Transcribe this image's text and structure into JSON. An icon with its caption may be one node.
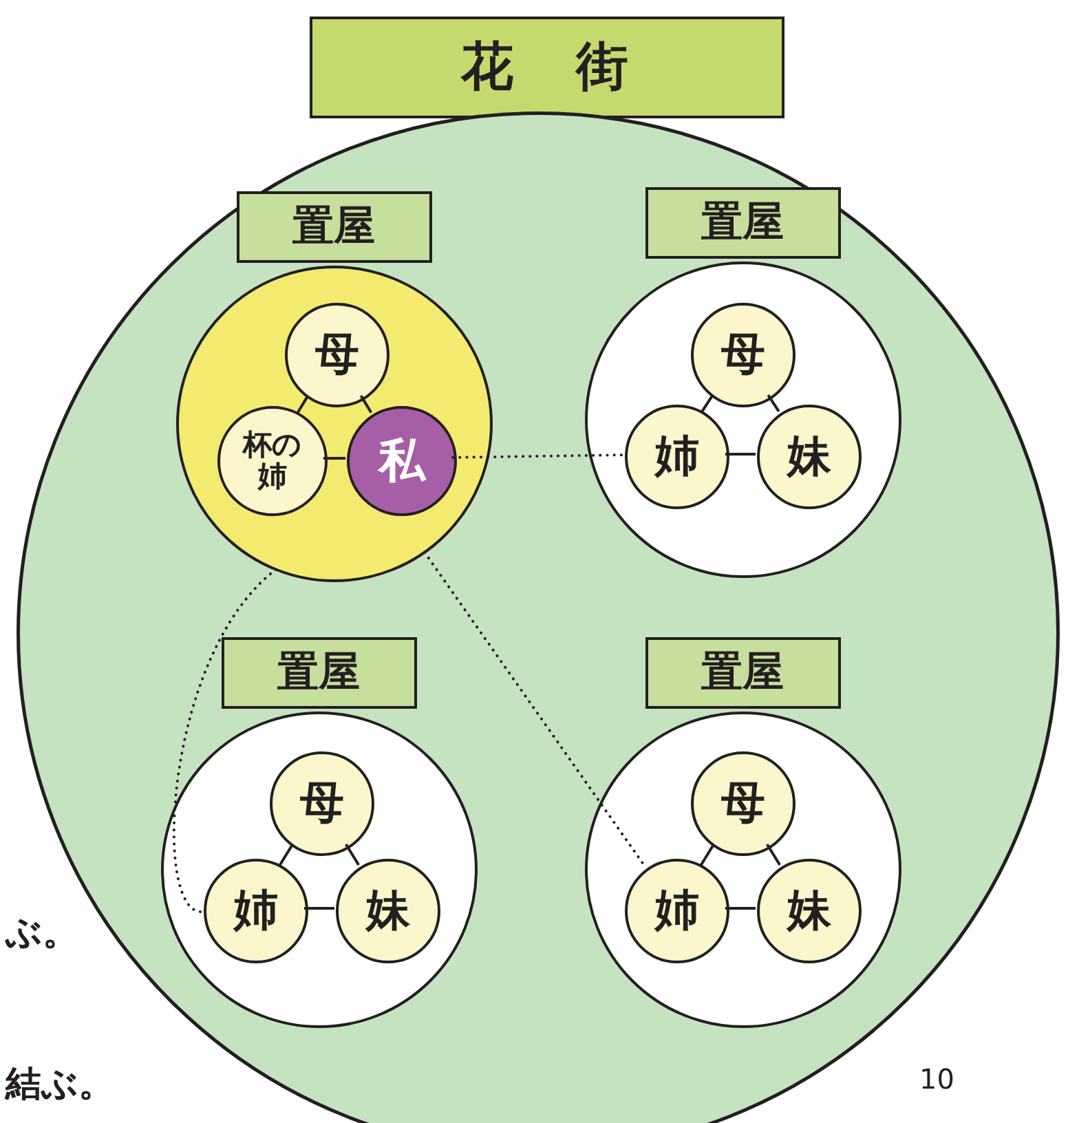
{
  "diagram": {
    "nodes": [
      {
        "text": [
          "花　街"
        ]
      },
      {
        "text": [],
        "shape": "circle"
      },
      {
        "text": [
          "置屋"
        ],
        "in": 1
      },
      {
        "text": [
          "母"
        ],
        "in": 2
      },
      {
        "text": [
          "杯の姉"
        ],
        "in": 2
      },
      {
        "text": [
          "私"
        ],
        "in": 2
      },
      {
        "text": [
          "置屋"
        ],
        "in": 1
      },
      {
        "text": [
          "母"
        ],
        "in": 6
      },
      {
        "text": [
          "姉"
        ],
        "in": 6
      },
      {
        "text": [
          "妹"
        ],
        "in": 6
      },
      {
        "text": [
          "置屋"
        ],
        "in": 1
      },
      {
        "text": [
          "母"
        ],
        "in": 10
      },
      {
        "text": [
          "姉"
        ],
        "in": 10
      },
      {
        "text": [
          "妹"
        ],
        "in": 10
      },
      {
        "text": [
          "置屋"
        ],
        "in": 1
      },
      {
        "text": [
          "母"
        ],
        "in": 14
      },
      {
        "text": [
          "姉"
        ],
        "in": 14
      },
      {
        "text": [
          "妹"
        ],
        "in": 14
      }
    ],
    "edges": [
      {
        "from": 3,
        "to": 4,
        "arrow": "none"
      },
      {
        "from": 3,
        "to": 5,
        "arrow": "none"
      },
      {
        "from": 4,
        "to": 5,
        "arrow": "none"
      },
      {
        "from": 7,
        "to": 8,
        "arrow": "none"
      },
      {
        "from": 7,
        "to": 9,
        "arrow": "none"
      },
      {
        "from": 8,
        "to": 9,
        "arrow": "none"
      },
      {
        "from": 11,
        "to": 12,
        "arrow": "none"
      },
      {
        "from": 11,
        "to": 13,
        "arrow": "none"
      },
      {
        "from": 12,
        "to": 13,
        "arrow": "none"
      },
      {
        "from": 15,
        "to": 16,
        "arrow": "none"
      },
      {
        "from": 15,
        "to": 17,
        "arrow": "none"
      },
      {
        "from": 16,
        "to": 17,
        "arrow": "none"
      },
      {
        "from": 5,
        "to": 8,
        "arrow": "none",
        "style": "dashed"
      },
      {
        "from": 2,
        "to": 12,
        "arrow": "none",
        "style": "dashed"
      },
      {
        "from": 2,
        "to": 16,
        "arrow": "none",
        "style": "dashed"
      }
    ],
    "labels": [
      "ぶ。",
      "結ぶ。",
      "10"
    ]
  }
}
